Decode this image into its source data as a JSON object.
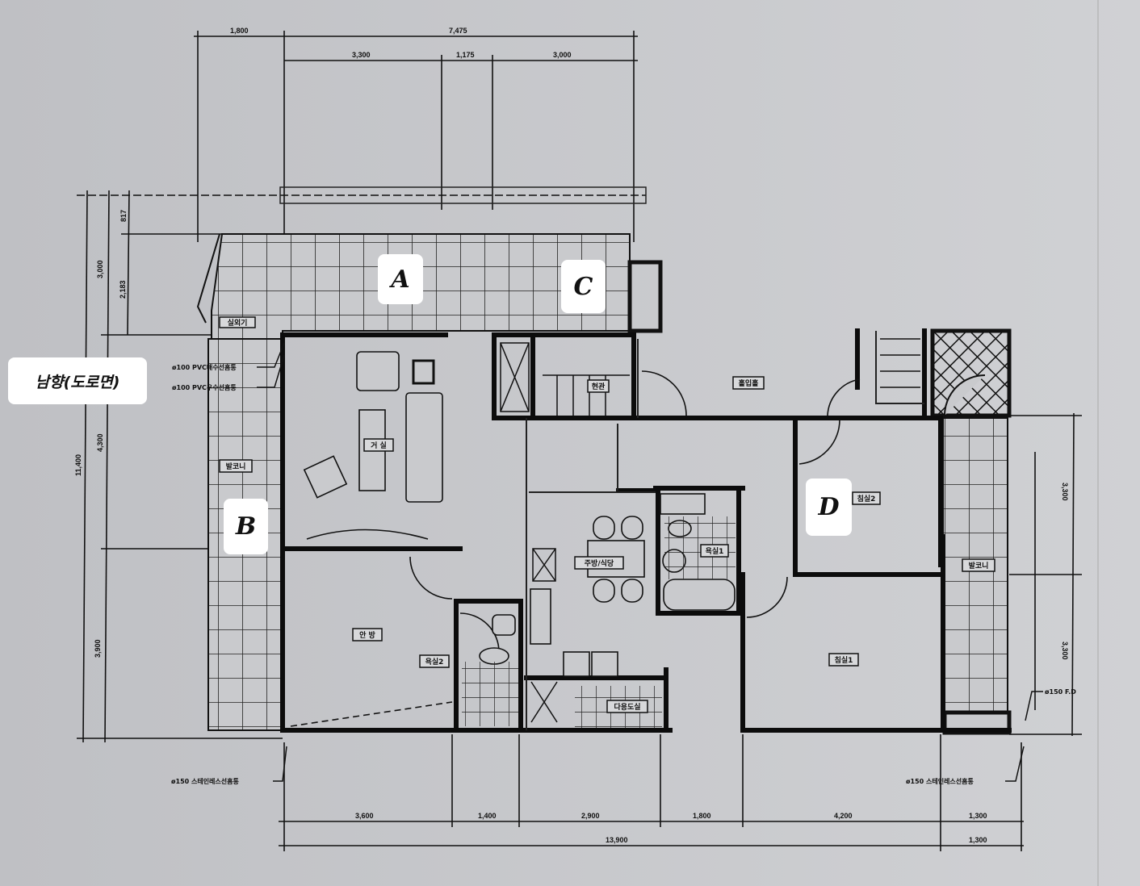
{
  "overlay_labels": {
    "a": "A",
    "b": "B",
    "c": "C",
    "d": "D",
    "orientation": "남향(도로면)"
  },
  "dimensions": {
    "top_row1": [
      "1,800",
      "7,475"
    ],
    "top_row2": [
      "3,300",
      "1,175",
      "3,000"
    ],
    "left_total": "11,400",
    "left_segments": [
      "3,000",
      "4,300",
      "3,900"
    ],
    "left_upper": [
      "817",
      "2,183"
    ],
    "bottom_row1": [
      "3,600",
      "1,400",
      "2,900",
      "1,800",
      "4,200",
      "1,300"
    ],
    "bottom_row2": [
      "13,900",
      "1,300"
    ],
    "right_segments": [
      "3,300",
      "3,300"
    ]
  },
  "rooms": {
    "living": "거 실",
    "entrance": "현관",
    "hall": "홀입홀",
    "bedroom2": "침실2",
    "kitchen_dining": "주방/식당",
    "bath1": "욕실1",
    "master": "안 방",
    "bath2": "욕실2",
    "bedroom1": "침실1",
    "utility": "다용도실",
    "balcony_left": "발코니",
    "balcony_right": "발코니",
    "outdoor_unit": "실외기"
  },
  "notes": {
    "drain1": "ø100 PVC배수선홈통",
    "drain2": "ø100 PVC우수선홈통",
    "drain_bl": "ø150 스테인레스선홈통",
    "drain_br": "ø150 스테인레스선홈통",
    "floor_drain": "ø150 F.D"
  }
}
